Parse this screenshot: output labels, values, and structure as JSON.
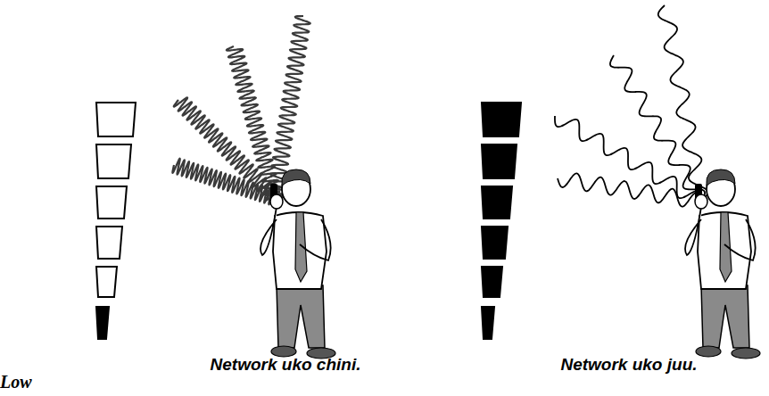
{
  "diagram": {
    "labels": [
      "Network uko chini.",
      "Network uko juu.",
      "Low"
    ]
  }
}
